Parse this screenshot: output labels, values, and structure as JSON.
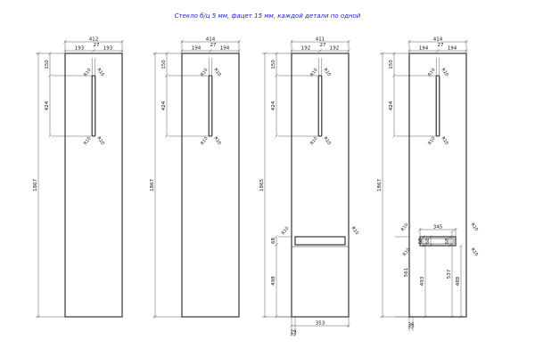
{
  "caption": {
    "text": "Стекло б/ц 5 мм, фацет 15 мм, каждой детали по одной",
    "color": "#2222cc"
  },
  "panels": [
    {
      "id": "panel-1",
      "width_total": "412",
      "width_left": "193",
      "width_right": "193",
      "slot_width": "27",
      "top_offset": "150",
      "slot_height": "424",
      "height": "1867",
      "radii": [
        "R10",
        "R10",
        "R10",
        "R10"
      ]
    },
    {
      "id": "panel-2",
      "width_total": "414",
      "width_left": "194",
      "width_right": "194",
      "slot_width": "27",
      "top_offset": "150",
      "slot_height": "424",
      "height": "1867",
      "radii": [
        "R10",
        "R10",
        "R10",
        "R10"
      ]
    },
    {
      "id": "panel-3",
      "width_total": "411",
      "width_left": "192",
      "width_right": "192",
      "slot_width": "27",
      "top_offset": "150",
      "slot_height": "424",
      "height": "1865",
      "radii": [
        "R10",
        "R10",
        "R10",
        "R10"
      ],
      "lower": {
        "cut_height": "68",
        "cut_offset": "498",
        "bottom_width": "353",
        "bottom_margin": "29",
        "radii": [
          "R10",
          "R10"
        ]
      }
    },
    {
      "id": "panel-4",
      "width_total": "414",
      "width_left": "194",
      "width_right": "194",
      "slot_width": "27",
      "top_offset": "150",
      "slot_height": "424",
      "height": "1867",
      "radii": [
        "R10",
        "R10",
        "R10",
        "R10"
      ],
      "lower": {
        "cut_height": "68",
        "inner_width": "345",
        "offset_a": "561",
        "offset_b": "493",
        "offset_c": "537",
        "offset_d": "488",
        "bottom_margin": "36",
        "radii": [
          "R10",
          "R10",
          "R10",
          "R10"
        ]
      }
    }
  ]
}
